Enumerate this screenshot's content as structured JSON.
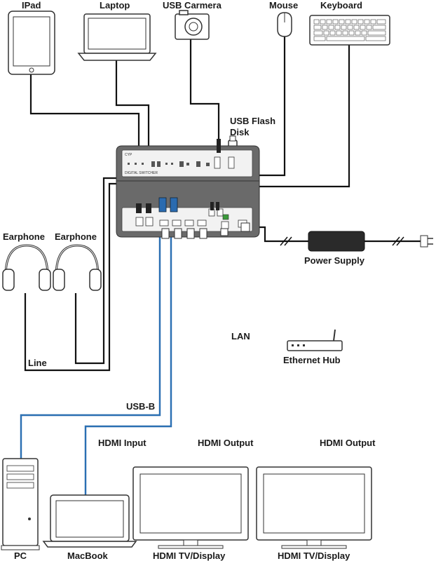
{
  "labels": {
    "ipad": "IPad",
    "laptop": "Laptop",
    "usb_camera": "USB Carmera",
    "mouse": "Mouse",
    "keyboard": "Keyboard",
    "usb_flash_line1": "USB Flash",
    "usb_flash_line2": "Disk",
    "earphone_left": "Earphone",
    "earphone_right": "Earphone",
    "line": "Line",
    "power_supply": "Power Supply",
    "lan": "LAN",
    "ethernet_hub": "Ethernet Hub",
    "usb_b": "USB-B",
    "hdmi_input": "HDMI Input",
    "hdmi_output_1": "HDMI Output",
    "hdmi_output_2": "HDMI Output",
    "pc": "PC",
    "macbook": "MacBook",
    "hdmi_tv_display_1": "HDMI TV/Display",
    "hdmi_tv_display_2": "HDMI TV/Display"
  },
  "icons": {
    "ipad": "tablet-icon",
    "laptop": "laptop-icon",
    "camera": "camera-icon",
    "mouse": "mouse-icon",
    "keyboard": "keyboard-icon",
    "usb_flash": "usb-flash-drive-icon",
    "earphone": "headphones-icon",
    "power_supply": "power-adapter-icon",
    "ethernet_hub": "router-icon",
    "pc": "desktop-tower-icon",
    "macbook": "laptop-icon",
    "display": "monitor-icon"
  },
  "colors": {
    "usb_b_cable": "#1a5c9e",
    "device_body": "#6a6a6a",
    "cable_black": "#111111"
  }
}
